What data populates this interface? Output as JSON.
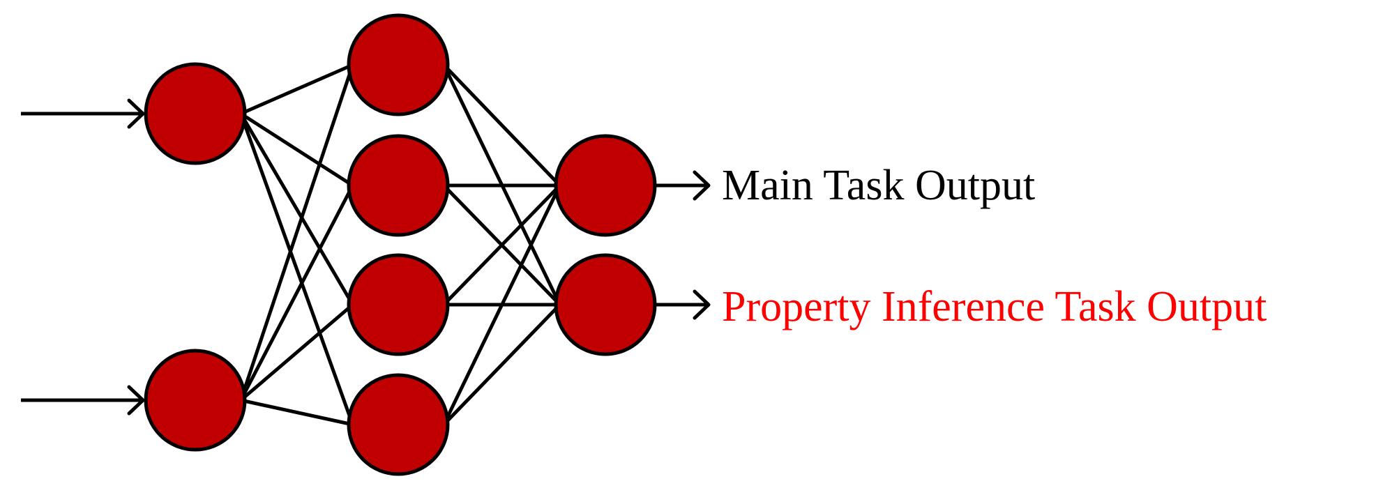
{
  "colors": {
    "node_fill": "#c00000",
    "stroke": "#000000",
    "main_label": "#000000",
    "property_label": "#ff0000"
  },
  "network": {
    "layers": [
      2,
      4,
      2
    ],
    "connectivity": "fully-connected",
    "inputs": 2,
    "outputs": 2
  },
  "outputs": {
    "main": {
      "label": "Main Task Output"
    },
    "property": {
      "label": "Property Inference Task Output"
    }
  }
}
